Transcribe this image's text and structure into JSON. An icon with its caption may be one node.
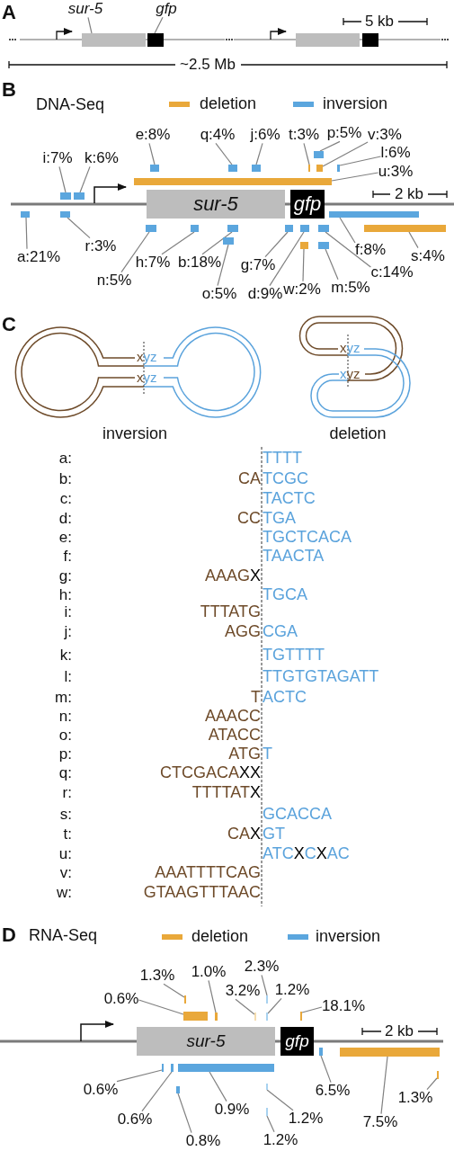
{
  "diagram": {
    "nodes": [
      {
        "text": [
          "sur-5"
        ]
      },
      {
        "text": [
          "gfp"
        ]
      },
      {
        "text": [],
        "shape": "box"
      },
      {
        "text": [],
        "shape": "box"
      },
      {
        "text": [],
        "shape": "box"
      },
      {
        "text": [],
        "shape": "box"
      },
      {
        "text": [
          "sur-5"
        ]
      },
      {
        "text": [
          "gfp"
        ]
      },
      {
        "text": [
          "e:8%"
        ]
      },
      {
        "text": [],
        "shape": "bar"
      },
      {
        "text": [
          "q:4%"
        ]
      },
      {
        "text": [],
        "shape": "bar"
      },
      {
        "text": [
          "j:6%"
        ]
      },
      {
        "text": [],
        "shape": "bar"
      },
      {
        "text": [
          "t:3%"
        ]
      },
      {
        "text": [],
        "shape": "bar"
      },
      {
        "text": [
          "p:5%"
        ]
      },
      {
        "text": [],
        "shape": "bar"
      },
      {
        "text": [
          "v:3%"
        ]
      },
      {
        "text": [],
        "shape": "bar"
      },
      {
        "text": [
          "l:6%"
        ]
      },
      {
        "text": [],
        "shape": "bar"
      },
      {
        "text": [
          "i:7%"
        ]
      },
      {
        "text": [],
        "shape": "bar"
      },
      {
        "text": [
          "k:6%"
        ]
      },
      {
        "text": [],
        "shape": "bar"
      },
      {
        "text": [
          "u:3%"
        ]
      },
      {
        "text": [],
        "shape": "bar"
      },
      {
        "text": [
          "a:21%"
        ]
      },
      {
        "text": [],
        "shape": "bar"
      },
      {
        "text": [
          "r:3%"
        ]
      },
      {
        "text": [],
        "shape": "bar"
      },
      {
        "text": [
          "f:8%"
        ]
      },
      {
        "text": [],
        "shape": "bar"
      },
      {
        "text": [
          "s:4%"
        ]
      },
      {
        "text": [],
        "shape": "bar"
      },
      {
        "text": [
          "h:7%"
        ]
      },
      {
        "text": [],
        "shape": "bar"
      },
      {
        "text": [
          "b:18%"
        ]
      },
      {
        "text": [],
        "shape": "bar"
      },
      {
        "text": [
          "g:7%"
        ]
      },
      {
        "text": [],
        "shape": "bar"
      },
      {
        "text": [
          "c:14%"
        ]
      },
      {
        "text": [],
        "shape": "bar"
      },
      {
        "text": [
          "n:5%"
        ]
      },
      {
        "text": [],
        "shape": "bar"
      },
      {
        "text": [
          "m:5%"
        ]
      },
      {
        "text": [],
        "shape": "bar"
      },
      {
        "text": [
          "w:2%"
        ]
      },
      {
        "text": [],
        "shape": "bar"
      },
      {
        "text": [
          "o:5%"
        ]
      },
      {
        "text": [],
        "shape": "bar"
      },
      {
        "text": [
          "d:9%"
        ]
      },
      {
        "text": [],
        "shape": "bar"
      },
      {
        "text": [
          "sur-5"
        ]
      },
      {
        "text": [
          "gfp"
        ]
      },
      {
        "text": [
          "2.3%"
        ]
      },
      {
        "text": [],
        "shape": "bar"
      },
      {
        "text": [
          "1.0%"
        ]
      },
      {
        "text": [],
        "shape": "bar"
      },
      {
        "text": [
          "1.3%"
        ]
      },
      {
        "text": [],
        "shape": "bar"
      },
      {
        "text": [
          "3.2%"
        ]
      },
      {
        "text": [],
        "shape": "bar"
      },
      {
        "text": [
          "1.2%"
        ]
      },
      {
        "text": [],
        "shape": "bar"
      },
      {
        "text": [
          "0.6%"
        ]
      },
      {
        "text": [],
        "shape": "bar"
      },
      {
        "text": [
          "18.1%"
        ]
      },
      {
        "text": [],
        "shape": "bar"
      },
      {
        "text": [
          "0.6%"
        ]
      },
      {
        "text": [],
        "shape": "bar"
      },
      {
        "text": [
          "6.5%"
        ]
      },
      {
        "text": [],
        "shape": "bar"
      },
      {
        "text": [
          "1.3%"
        ]
      },
      {
        "text": [],
        "shape": "bar"
      },
      {
        "text": [
          "0.9%"
        ]
      },
      {
        "text": [],
        "shape": "bar"
      },
      {
        "text": [
          "0.6%"
        ]
      },
      {
        "text": [],
        "shape": "bar"
      },
      {
        "text": [
          "1.2%"
        ]
      },
      {
        "text": [],
        "shape": "bar"
      },
      {
        "text": [
          "7.5%"
        ]
      },
      {
        "text": [],
        "shape": "bar"
      },
      {
        "text": [
          "0.8%"
        ]
      },
      {
        "text": [],
        "shape": "bar"
      },
      {
        "text": [
          "1.2%"
        ]
      },
      {
        "text": [],
        "shape": "bar"
      }
    ],
    "edges": [
      {
        "from": 0,
        "to": 2,
        "arrow": "none"
      },
      {
        "from": 1,
        "to": 3,
        "arrow": "none"
      },
      {
        "from": 8,
        "to": 9,
        "arrow": "none"
      },
      {
        "from": 10,
        "to": 11,
        "arrow": "none"
      },
      {
        "from": 12,
        "to": 13,
        "arrow": "none"
      },
      {
        "from": 14,
        "to": 15,
        "arrow": "none"
      },
      {
        "from": 16,
        "to": 17,
        "arrow": "none"
      },
      {
        "from": 18,
        "to": 19,
        "arrow": "none"
      },
      {
        "from": 20,
        "to": 21,
        "arrow": "none"
      },
      {
        "from": 22,
        "to": 23,
        "arrow": "none"
      },
      {
        "from": 24,
        "to": 25,
        "arrow": "none"
      },
      {
        "from": 26,
        "to": 27,
        "arrow": "none"
      },
      {
        "from": 28,
        "to": 29,
        "arrow": "none"
      },
      {
        "from": 30,
        "to": 31,
        "arrow": "none"
      },
      {
        "from": 32,
        "to": 33,
        "arrow": "none"
      },
      {
        "from": 34,
        "to": 35,
        "arrow": "none"
      },
      {
        "from": 36,
        "to": 37,
        "arrow": "none"
      },
      {
        "from": 38,
        "to": 39,
        "arrow": "none"
      },
      {
        "from": 40,
        "to": 41,
        "arrow": "none"
      },
      {
        "from": 42,
        "to": 43,
        "arrow": "none"
      },
      {
        "from": 44,
        "to": 45,
        "arrow": "none"
      },
      {
        "from": 46,
        "to": 47,
        "arrow": "none"
      },
      {
        "from": 48,
        "to": 49,
        "arrow": "none"
      },
      {
        "from": 50,
        "to": 51,
        "arrow": "none"
      },
      {
        "from": 52,
        "to": 53,
        "arrow": "none"
      },
      {
        "from": 56,
        "to": 57,
        "arrow": "none"
      },
      {
        "from": 58,
        "to": 59,
        "arrow": "none"
      },
      {
        "from": 60,
        "to": 61,
        "arrow": "none"
      },
      {
        "from": 62,
        "to": 63,
        "arrow": "none"
      },
      {
        "from": 64,
        "to": 65,
        "arrow": "none"
      },
      {
        "from": 66,
        "to": 67,
        "arrow": "none"
      },
      {
        "from": 68,
        "to": 69,
        "arrow": "none"
      },
      {
        "from": 70,
        "to": 71,
        "arrow": "none"
      },
      {
        "from": 72,
        "to": 73,
        "arrow": "none"
      },
      {
        "from": 74,
        "to": 75,
        "arrow": "none"
      },
      {
        "from": 76,
        "to": 77,
        "arrow": "none"
      },
      {
        "from": 78,
        "to": 79,
        "arrow": "none"
      },
      {
        "from": 80,
        "to": 81,
        "arrow": "none"
      },
      {
        "from": 82,
        "to": 83,
        "arrow": "none"
      },
      {
        "from": 84,
        "to": 85,
        "arrow": "none"
      },
      {
        "from": 86,
        "to": 87,
        "arrow": "none"
      }
    ],
    "labels": [
      "A",
      "5 kb",
      "~2.5 Mb",
      "B",
      "DNA-Seq",
      "2 kb",
      "C",
      "xyz",
      "xyz",
      "inversion",
      "xyz",
      "xyz",
      "deletion",
      "a:",
      "TTTT",
      "b:",
      "CA",
      "TCGC",
      "c:",
      "TACTC",
      "d:",
      "CC",
      "TGA",
      "e:",
      "TGCTCACA",
      "f:",
      "TAACTA",
      "g:",
      "AAAGX",
      "h:",
      "TGCA",
      "i:",
      "TTTATG",
      "j:",
      "AGG",
      "CGA",
      "k:",
      "TGTTTT",
      "l:",
      "TTGTGTAGATT",
      "m:",
      "T",
      "ACTC",
      "n:",
      "AAACC",
      "o:",
      "ATACC",
      "p:",
      "ATG",
      "T",
      "q:",
      "CTCGACAXX",
      "r:",
      "TTTTATX",
      "s:",
      "GCACCA",
      "t:",
      "CAX",
      "GT",
      "u:",
      "ATCXCXAC",
      "v:",
      "AAATTTTCAG",
      "w:",
      "GTAAGTTTAAC",
      "D",
      "RNA-Seq",
      "2 kb"
    ],
    "legend": [
      {
        "text": "deletion",
        "color": "#e9a83a"
      },
      {
        "text": "inversion",
        "color": "#5ba6de"
      },
      {
        "text": "deletion",
        "color": "#e9a83a"
      },
      {
        "text": "inversion",
        "color": "#5ba6de"
      }
    ]
  }
}
